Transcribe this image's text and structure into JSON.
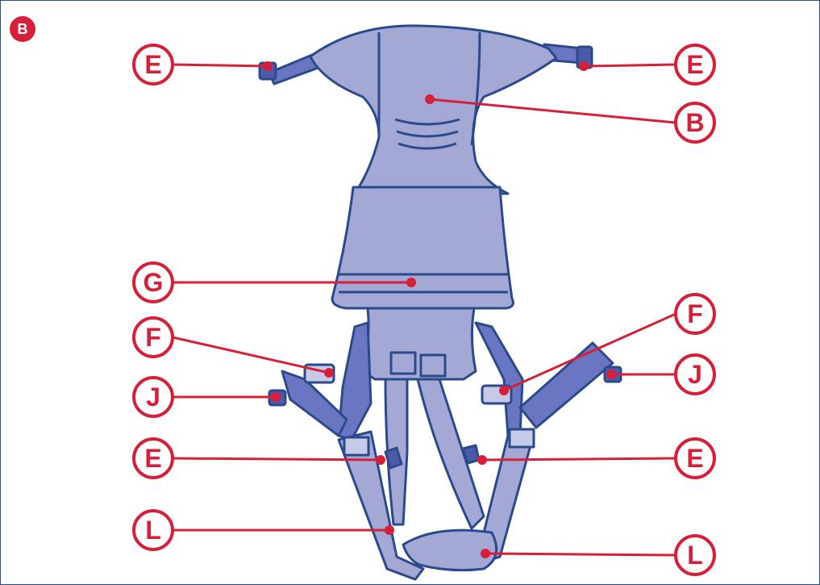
{
  "figure": {
    "badge": "B"
  },
  "colors": {
    "accent": "#d6203a",
    "fabric": "#a3a9d4",
    "strap": "#6b76c2",
    "outline": "#2b4a8b"
  },
  "callouts": [
    {
      "id": "E-top-left",
      "letter": "E"
    },
    {
      "id": "E-top-right",
      "letter": "E"
    },
    {
      "id": "B",
      "letter": "B"
    },
    {
      "id": "G",
      "letter": "G"
    },
    {
      "id": "F-left",
      "letter": "F"
    },
    {
      "id": "F-right",
      "letter": "F"
    },
    {
      "id": "J-left",
      "letter": "J"
    },
    {
      "id": "J-right",
      "letter": "J"
    },
    {
      "id": "E-mid-left",
      "letter": "E"
    },
    {
      "id": "E-mid-right",
      "letter": "E"
    },
    {
      "id": "L-left",
      "letter": "L"
    },
    {
      "id": "L-right",
      "letter": "L"
    }
  ]
}
